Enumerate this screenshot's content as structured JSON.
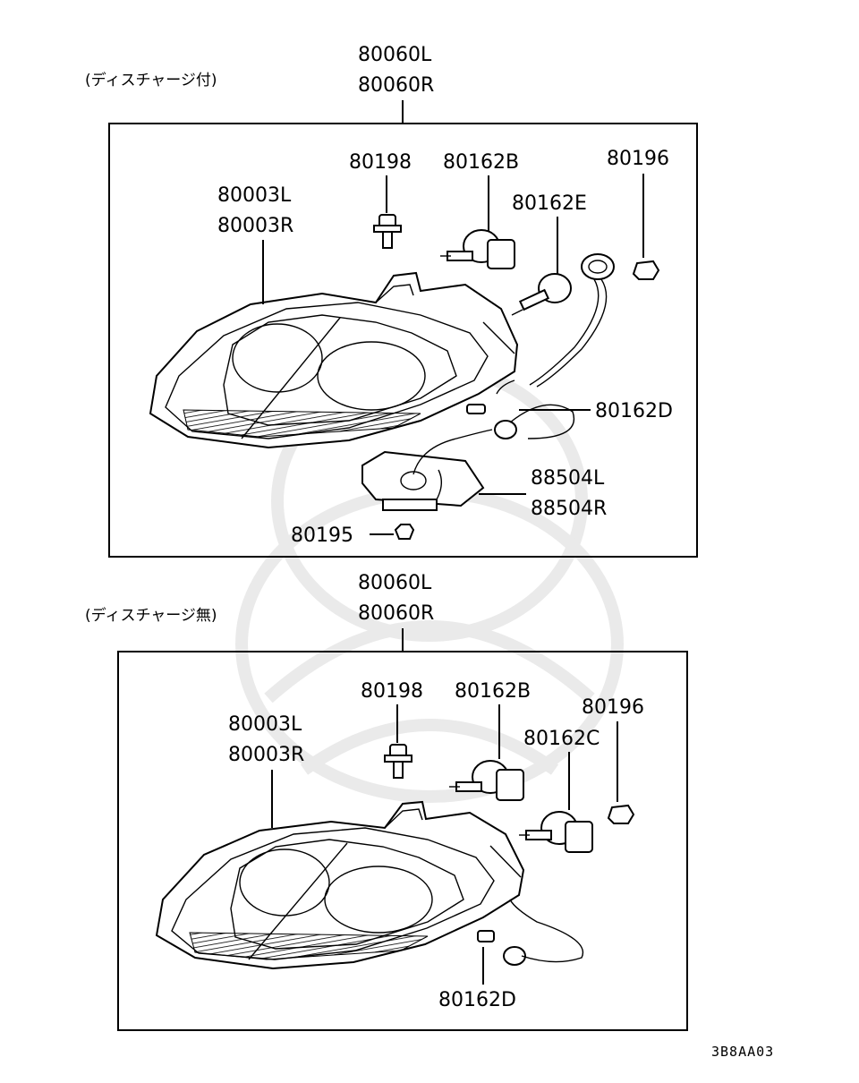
{
  "diagram": {
    "diagram_code": "3B8AA03",
    "top_section": {
      "variant_note": "(ディスチャージ付)",
      "assembly_part_numbers": [
        "80060L",
        "80060R"
      ],
      "parts": {
        "housing": [
          "80003L",
          "80003R"
        ],
        "screw": "80198",
        "bulb_b": "80162B",
        "bulb_e": "80162E",
        "clip": "80196",
        "bulb_d": "80162D",
        "ballast": [
          "88504L",
          "88504R"
        ],
        "nut": "80195"
      }
    },
    "bottom_section": {
      "variant_note": "(ディスチャージ無)",
      "assembly_part_numbers": [
        "80060L",
        "80060R"
      ],
      "parts": {
        "housing": [
          "80003L",
          "80003R"
        ],
        "screw": "80198",
        "bulb_b": "80162B",
        "bulb_c": "80162C",
        "clip": "80196",
        "bulb_d": "80162D"
      }
    }
  }
}
